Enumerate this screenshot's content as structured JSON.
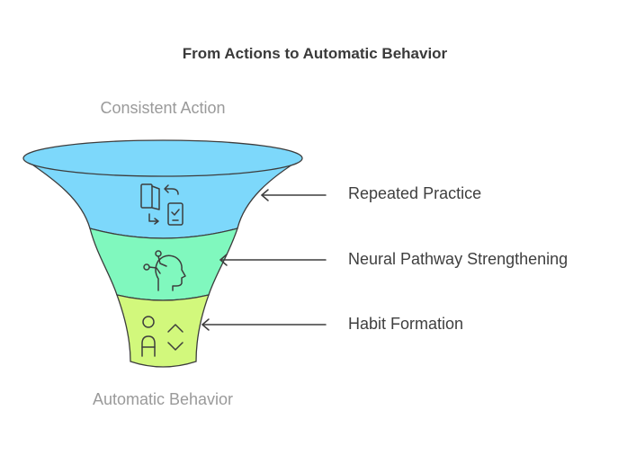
{
  "title": "From Actions to Automatic Behavior",
  "top_label": "Consistent Action",
  "bottom_label": "Automatic Behavior",
  "stages": [
    {
      "label": "Repeated Practice",
      "icon": "phone-swap-icon",
      "color": "#7dd8fb"
    },
    {
      "label": "Neural Pathway Strengthening",
      "icon": "head-neural-icon",
      "color": "#80f8be"
    },
    {
      "label": "Habit Formation",
      "icon": "person-updown-icon",
      "color": "#d2f87c"
    }
  ],
  "colors": {
    "outline": "#3d3d3d",
    "title_text": "#3a3a3a",
    "muted_text": "#9a9a9a"
  }
}
